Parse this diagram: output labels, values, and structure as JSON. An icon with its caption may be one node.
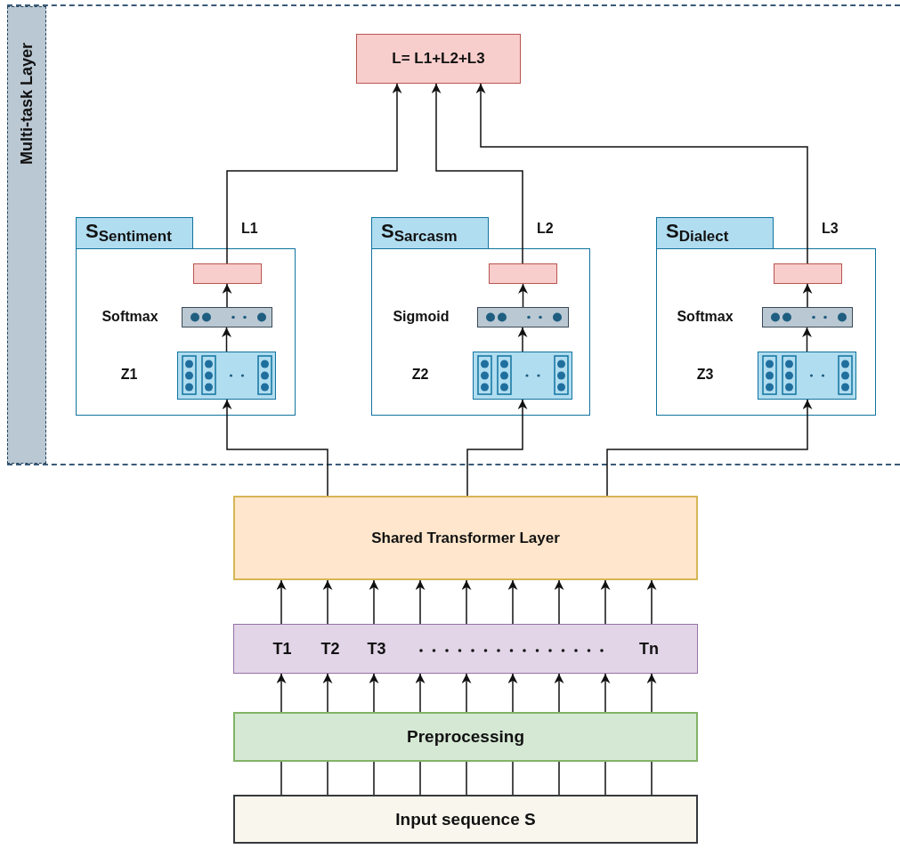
{
  "diagram": {
    "nodes": [
      {
        "text": [
          "Multi-task Layer"
        ]
      },
      {
        "text": [
          "L= L1+L2+L3"
        ],
        "in": 0
      },
      {
        "text": [
          "S$_{Sentiment}$"
        ],
        "in": 0
      },
      {
        "text": [],
        "shape": "box",
        "in": 2
      },
      {
        "text": [],
        "shape": "bar",
        "in": 2,
        "beside": [
          "Softmax"
        ]
      },
      {
        "text": [],
        "shape": "box",
        "in": 2,
        "beside": [
          "Z1"
        ]
      },
      {
        "text": [
          "S$_{Sarcasm}$"
        ],
        "in": 0
      },
      {
        "text": [],
        "shape": "box",
        "in": 6
      },
      {
        "text": [],
        "shape": "bar",
        "in": 6,
        "beside": [
          "Sigmoid"
        ]
      },
      {
        "text": [],
        "shape": "box",
        "in": 6,
        "beside": [
          "Z2"
        ]
      },
      {
        "text": [
          "S$_{Dialect}$"
        ],
        "in": 0
      },
      {
        "text": [],
        "shape": "box",
        "in": 10
      },
      {
        "text": [],
        "shape": "bar",
        "in": 10,
        "beside": [
          "Softmax"
        ]
      },
      {
        "text": [],
        "shape": "box",
        "in": 10,
        "beside": [
          "Z3"
        ]
      },
      {
        "text": [
          "Shared Transformer Layer"
        ]
      },
      {
        "text": [
          "T1",
          "T2",
          "T3",
          "Tn"
        ]
      },
      {
        "text": [
          "Preprocessing"
        ]
      },
      {
        "text": [
          "Input sequence S"
        ]
      }
    ],
    "edges": [
      {
        "from": 3,
        "to": 1,
        "arrow": "to",
        "label": "L1"
      },
      {
        "from": 7,
        "to": 1,
        "arrow": "to",
        "label": "L2"
      },
      {
        "from": 11,
        "to": 1,
        "arrow": "to",
        "label": "L3"
      },
      {
        "from": 4,
        "to": 3,
        "arrow": "to"
      },
      {
        "from": 5,
        "to": 4,
        "arrow": "to"
      },
      {
        "from": 8,
        "to": 7,
        "arrow": "to"
      },
      {
        "from": 9,
        "to": 8,
        "arrow": "to"
      },
      {
        "from": 12,
        "to": 11,
        "arrow": "to"
      },
      {
        "from": 13,
        "to": 12,
        "arrow": "to"
      },
      {
        "from": 14,
        "to": 5,
        "arrow": "to"
      },
      {
        "from": 14,
        "to": 9,
        "arrow": "to"
      },
      {
        "from": 14,
        "to": 13,
        "arrow": "to"
      },
      {
        "from": 15,
        "to": 14,
        "arrow": "to"
      },
      {
        "from": 15,
        "to": 14,
        "arrow": "to"
      },
      {
        "from": 15,
        "to": 14,
        "arrow": "to"
      },
      {
        "from": 15,
        "to": 14,
        "arrow": "to"
      },
      {
        "from": 15,
        "to": 14,
        "arrow": "to"
      },
      {
        "from": 15,
        "to": 14,
        "arrow": "to"
      },
      {
        "from": 15,
        "to": 14,
        "arrow": "to"
      },
      {
        "from": 15,
        "to": 14,
        "arrow": "to"
      },
      {
        "from": 15,
        "to": 14,
        "arrow": "to"
      },
      {
        "from": 16,
        "to": 15,
        "arrow": "to"
      },
      {
        "from": 16,
        "to": 15,
        "arrow": "to"
      },
      {
        "from": 16,
        "to": 15,
        "arrow": "to"
      },
      {
        "from": 16,
        "to": 15,
        "arrow": "to"
      },
      {
        "from": 16,
        "to": 15,
        "arrow": "to"
      },
      {
        "from": 16,
        "to": 15,
        "arrow": "to"
      },
      {
        "from": 16,
        "to": 15,
        "arrow": "to"
      },
      {
        "from": 16,
        "to": 15,
        "arrow": "to"
      },
      {
        "from": 16,
        "to": 15,
        "arrow": "to"
      },
      {
        "from": 17,
        "to": 16,
        "arrow": "none"
      },
      {
        "from": 17,
        "to": 16,
        "arrow": "none"
      },
      {
        "from": 17,
        "to": 16,
        "arrow": "none"
      },
      {
        "from": 17,
        "to": 16,
        "arrow": "none"
      },
      {
        "from": 17,
        "to": 16,
        "arrow": "none"
      },
      {
        "from": 17,
        "to": 16,
        "arrow": "none"
      },
      {
        "from": 17,
        "to": 16,
        "arrow": "none"
      },
      {
        "from": 17,
        "to": 16,
        "arrow": "none"
      },
      {
        "from": 17,
        "to": 16,
        "arrow": "none"
      }
    ]
  }
}
